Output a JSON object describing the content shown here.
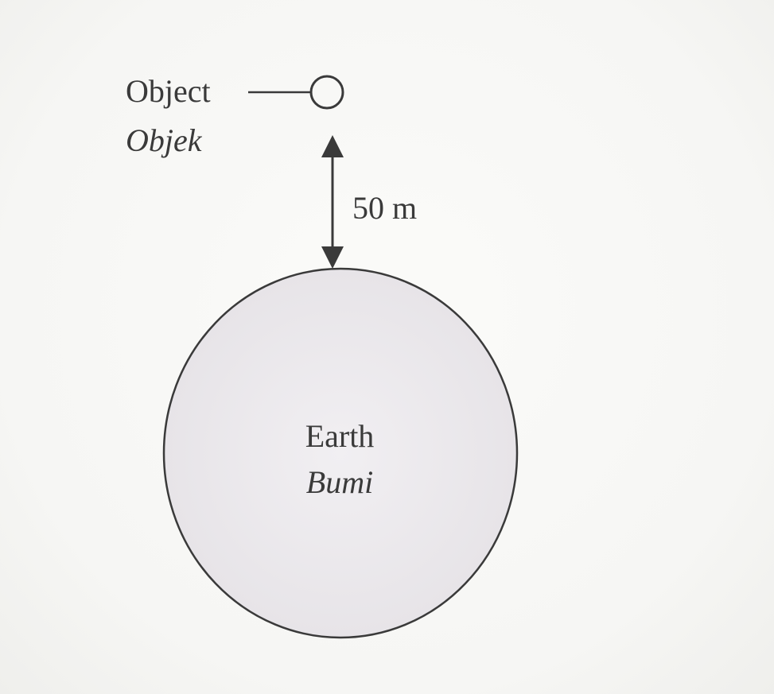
{
  "object": {
    "label_en": "Object",
    "label_ms": "Objek"
  },
  "distance": {
    "label": "50 m"
  },
  "earth": {
    "label_en": "Earth",
    "label_ms": "Bumi"
  },
  "colors": {
    "ink": "#3a3a3a",
    "earth_fill": "#ebe9ec",
    "background": "#f8f8f6"
  }
}
